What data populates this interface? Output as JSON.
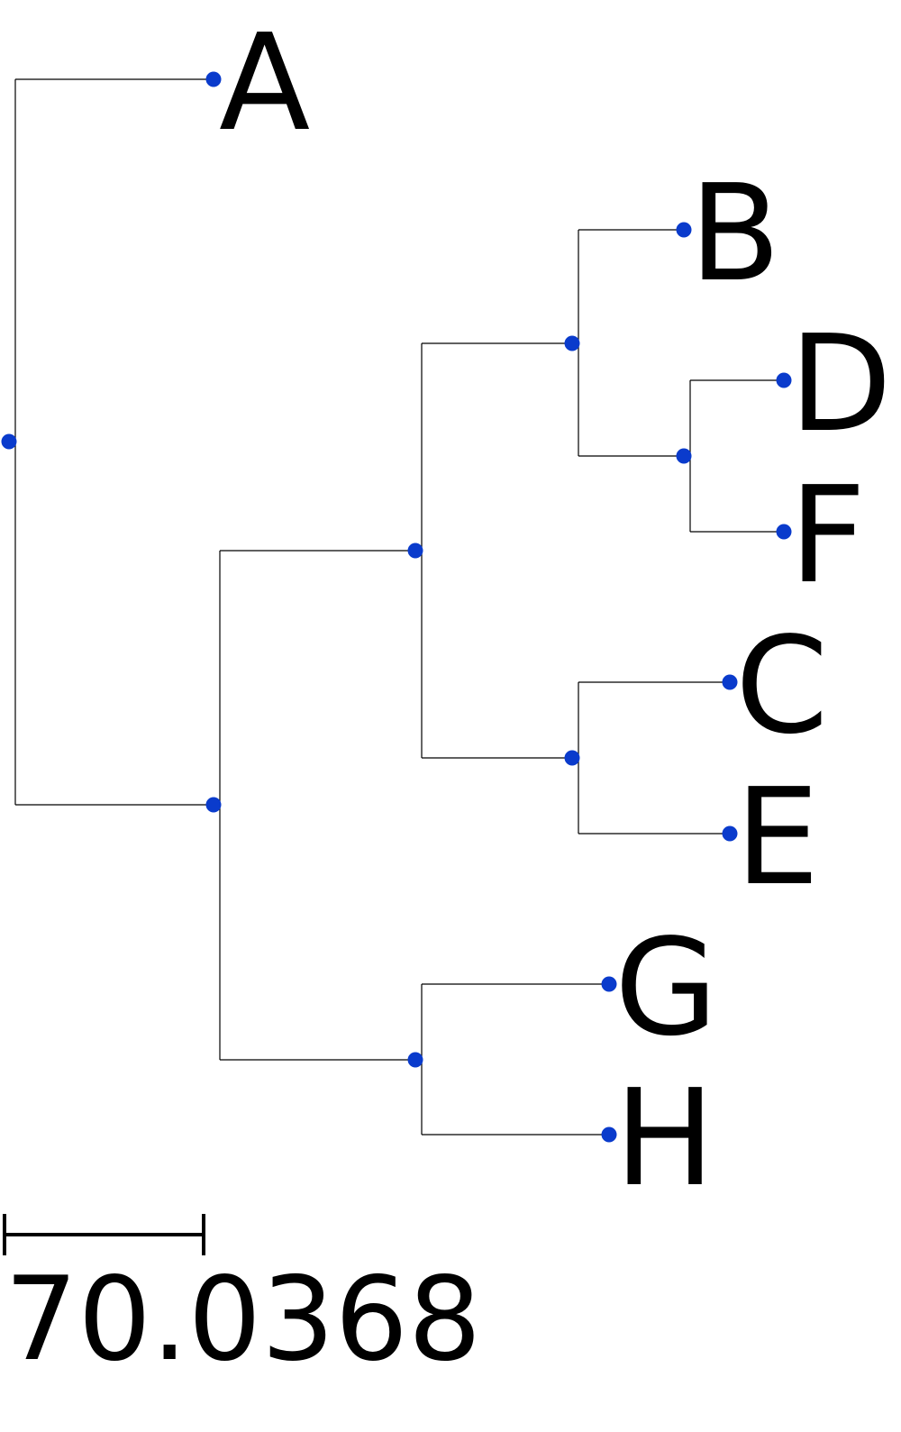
{
  "tree": {
    "node_color": "#0a3bcc",
    "line_color": "#000000",
    "leaves": [
      {
        "id": "A",
        "label": "A"
      },
      {
        "id": "B",
        "label": "B"
      },
      {
        "id": "D",
        "label": "D"
      },
      {
        "id": "F",
        "label": "F"
      },
      {
        "id": "C",
        "label": "C"
      },
      {
        "id": "E",
        "label": "E"
      },
      {
        "id": "G",
        "label": "G"
      },
      {
        "id": "H",
        "label": "H"
      }
    ],
    "topology": "(A,(((B,(D,F)),(C,E)),(G,H)))"
  },
  "scale_bar": {
    "label": "70.0368"
  }
}
